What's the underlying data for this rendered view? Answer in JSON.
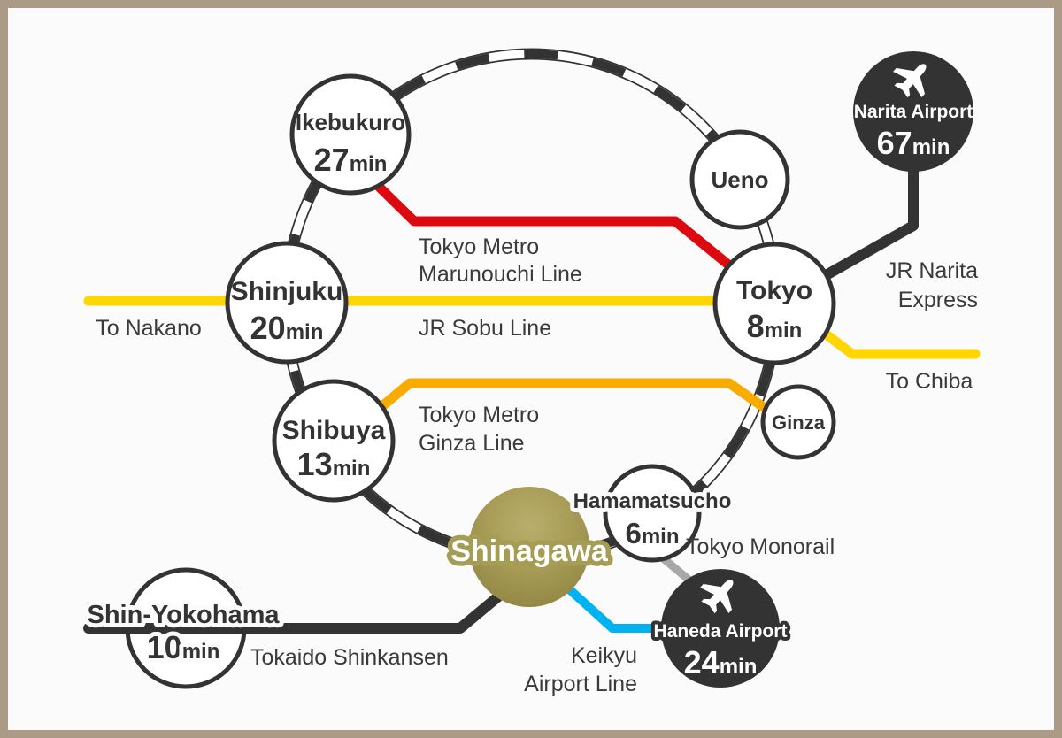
{
  "colors": {
    "background": "#fbfbfb",
    "frame": "#ab9a86",
    "dark": "#333333",
    "white": "#ffffff",
    "marunouchi_red": "#dc0a10",
    "sobu_yellow": "#ffd502",
    "ginza_orange": "#f9ab00",
    "keikyu_blue": "#00b2f0",
    "monorail_gray": "#a8a8a8",
    "shinagawa_gold_light": "#b9ae6d",
    "shinagawa_gold_mid": "#a89c57",
    "shinagawa_gold_dark": "#8d8240"
  },
  "stations": {
    "ikebukuro": {
      "name": "Ikebukuro",
      "time": "27",
      "unit": "min"
    },
    "shinjuku": {
      "name": "Shinjuku",
      "time": "20",
      "unit": "min"
    },
    "shibuya": {
      "name": "Shibuya",
      "time": "13",
      "unit": "min"
    },
    "shinagawa": {
      "name": "Shinagawa"
    },
    "ueno": {
      "name": "Ueno"
    },
    "tokyo": {
      "name": "Tokyo",
      "time": "8",
      "unit": "min"
    },
    "ginza": {
      "name": "Ginza"
    },
    "hamamatsucho": {
      "name": "Hamamatsucho",
      "time": "6",
      "unit": "min"
    },
    "shin_yokohama": {
      "name": "Shin-Yokohama",
      "time": "10",
      "unit": "min"
    },
    "narita_airport": {
      "name": "Narita Airport",
      "time": "67",
      "unit": "min"
    },
    "haneda_airport": {
      "name": "Haneda Airport",
      "time": "24",
      "unit": "min"
    }
  },
  "lines": {
    "marunouchi": {
      "label_line1": "Tokyo Metro",
      "label_line2": "Marunouchi Line"
    },
    "sobu": {
      "label": "JR Sobu Line",
      "west_label": "To Nakano",
      "east_label": "To Chiba"
    },
    "ginza_line": {
      "label_line1": "Tokyo Metro",
      "label_line2": "Ginza Line"
    },
    "narita_express": {
      "label_line1": "JR Narita",
      "label_line2": "Express"
    },
    "monorail": {
      "label": "Tokyo Monorail"
    },
    "keikyu": {
      "label_line1": "Keikyu",
      "label_line2": "Airport Line"
    },
    "shinkansen": {
      "label": "Tokaido Shinkansen"
    }
  }
}
